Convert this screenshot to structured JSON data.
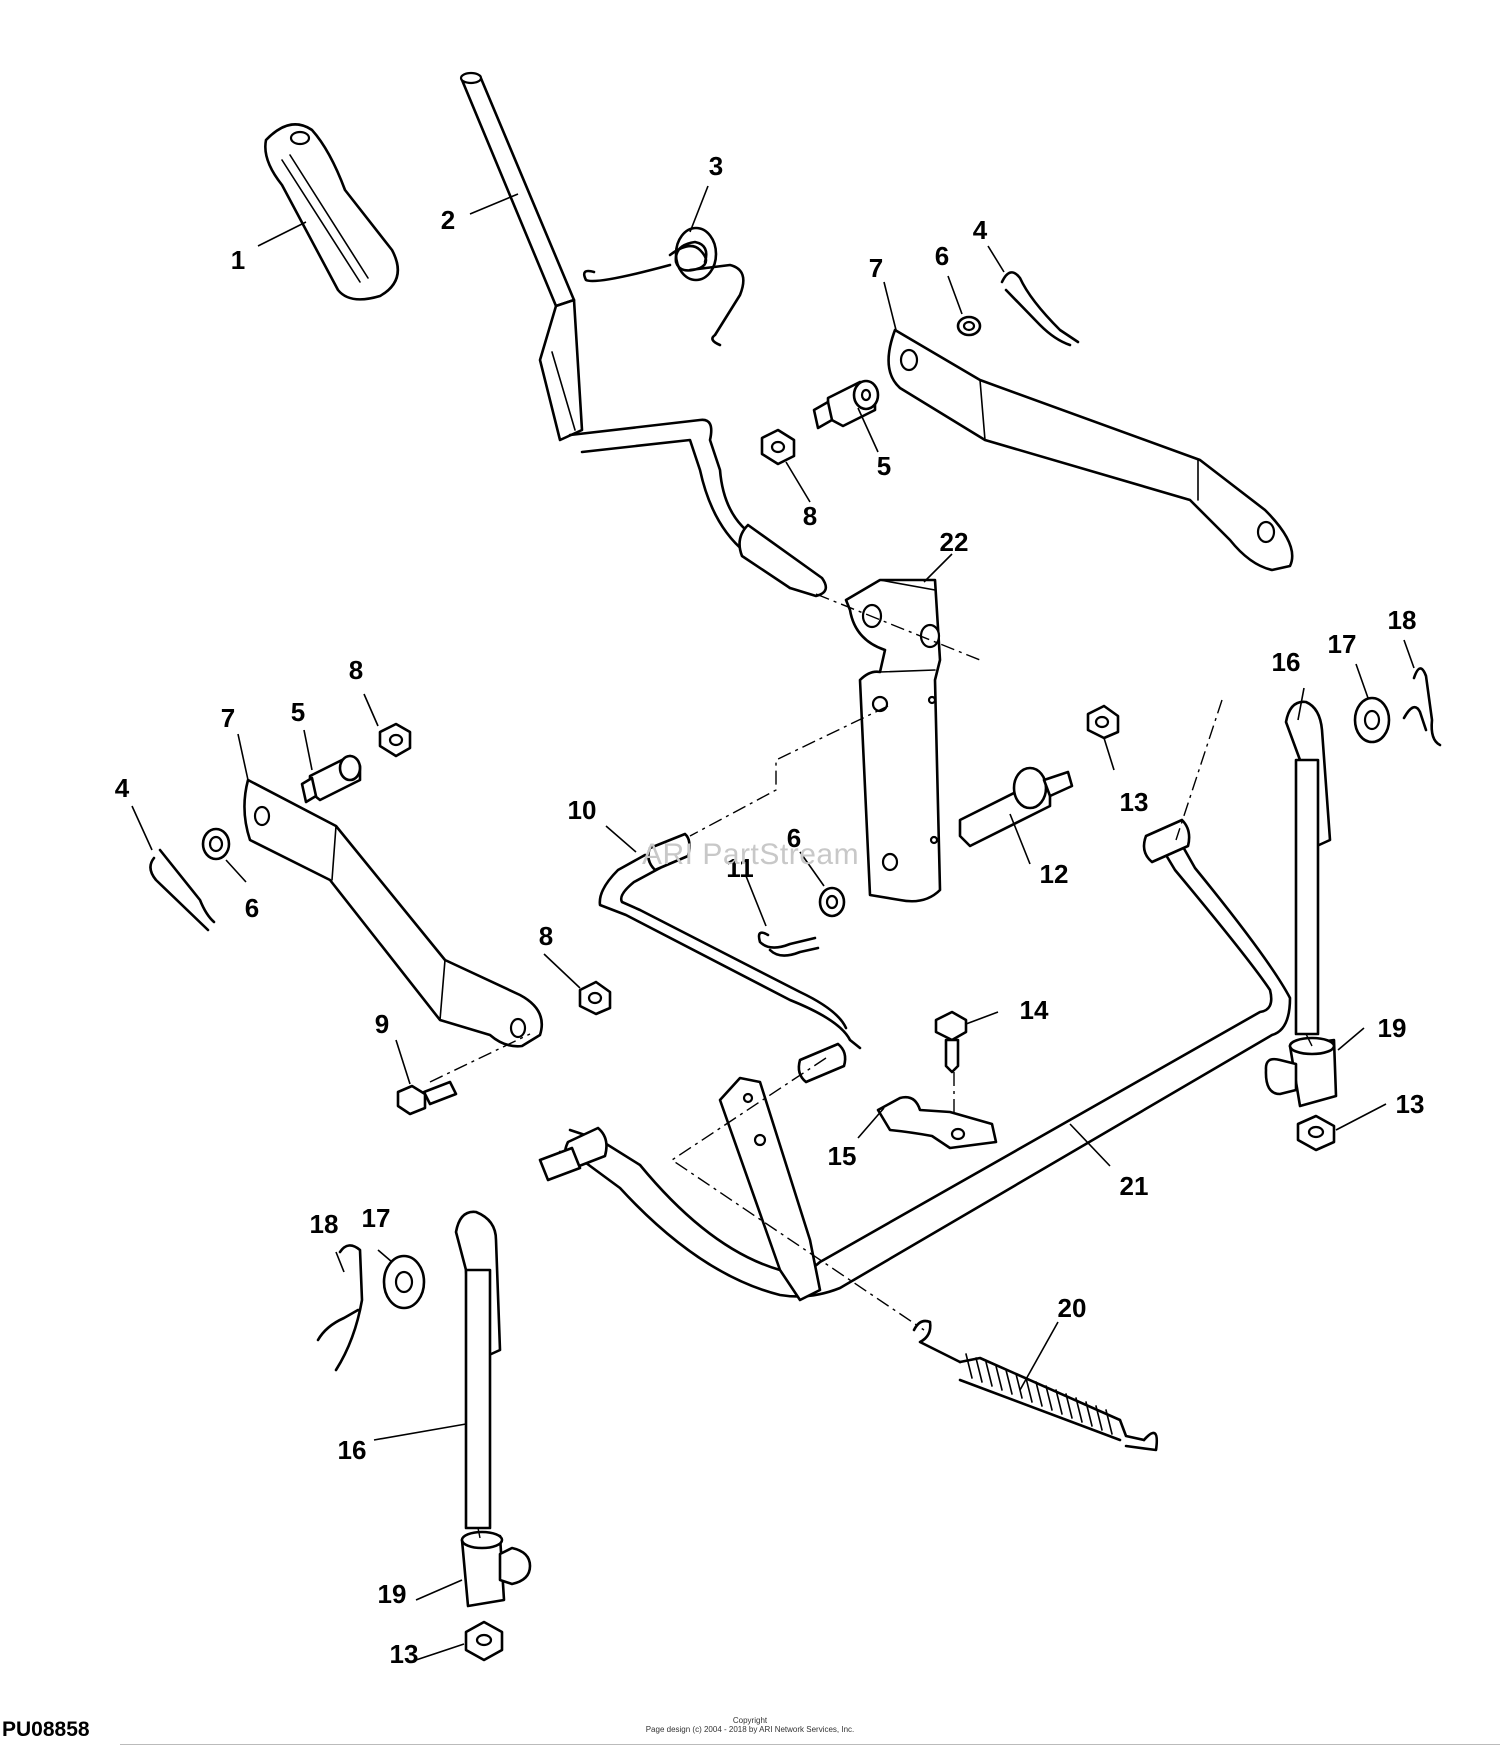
{
  "diagram": {
    "callouts": [
      {
        "id": "c1",
        "text": "1"
      },
      {
        "id": "c2",
        "text": "2"
      },
      {
        "id": "c3",
        "text": "3"
      },
      {
        "id": "c4a",
        "text": "4"
      },
      {
        "id": "c4b",
        "text": "4"
      },
      {
        "id": "c5a",
        "text": "5"
      },
      {
        "id": "c5b",
        "text": "5"
      },
      {
        "id": "c6a",
        "text": "6"
      },
      {
        "id": "c6b",
        "text": "6"
      },
      {
        "id": "c6c",
        "text": "6"
      },
      {
        "id": "c7a",
        "text": "7"
      },
      {
        "id": "c7b",
        "text": "7"
      },
      {
        "id": "c8a",
        "text": "8"
      },
      {
        "id": "c8b",
        "text": "8"
      },
      {
        "id": "c8c",
        "text": "8"
      },
      {
        "id": "c9",
        "text": "9"
      },
      {
        "id": "c10",
        "text": "10"
      },
      {
        "id": "c11",
        "text": "11"
      },
      {
        "id": "c12",
        "text": "12"
      },
      {
        "id": "c13a",
        "text": "13"
      },
      {
        "id": "c13b",
        "text": "13"
      },
      {
        "id": "c13c",
        "text": "13"
      },
      {
        "id": "c14",
        "text": "14"
      },
      {
        "id": "c15",
        "text": "15"
      },
      {
        "id": "c16a",
        "text": "16"
      },
      {
        "id": "c16b",
        "text": "16"
      },
      {
        "id": "c17a",
        "text": "17"
      },
      {
        "id": "c17b",
        "text": "17"
      },
      {
        "id": "c18a",
        "text": "18"
      },
      {
        "id": "c18b",
        "text": "18"
      },
      {
        "id": "c19a",
        "text": "19"
      },
      {
        "id": "c19b",
        "text": "19"
      },
      {
        "id": "c20",
        "text": "20"
      },
      {
        "id": "c21",
        "text": "21"
      },
      {
        "id": "c22",
        "text": "22"
      }
    ],
    "watermark": "ARI PartStream",
    "diagram_id": "PU08858",
    "copyright_line1": "Copyright",
    "copyright_line2": "Page design (c) 2004 - 2018 by ARI Network Services, Inc."
  }
}
